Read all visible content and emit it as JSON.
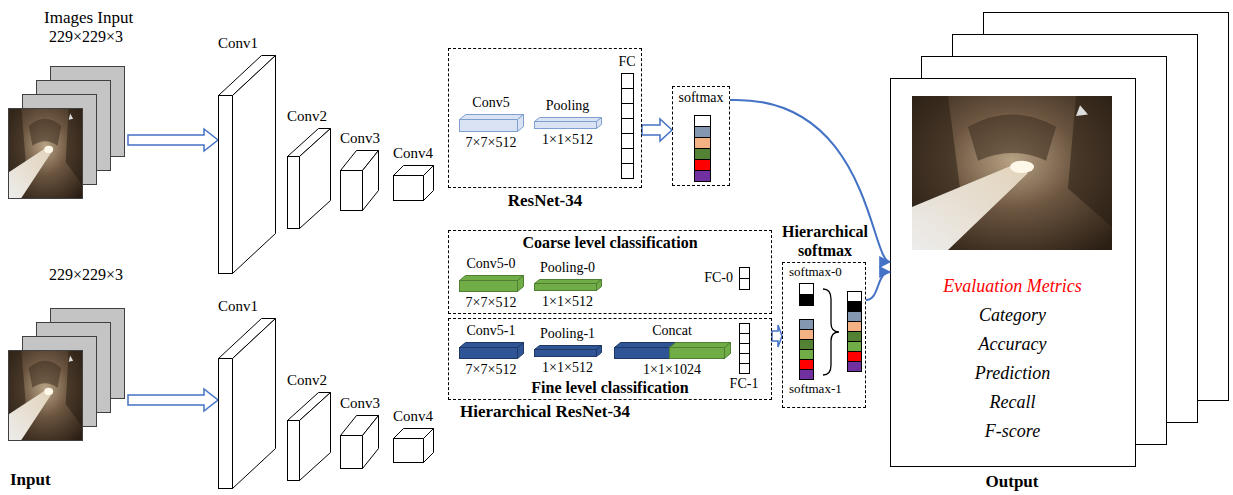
{
  "diagram": {
    "nodes": [
      {
        "text": [
          "Images Input",
          "229×229×3"
        ]
      },
      {
        "text": [
          "Conv1"
        ]
      },
      {
        "text": [
          "Conv2"
        ]
      },
      {
        "text": [
          "Conv3"
        ]
      },
      {
        "text": [
          "Conv4"
        ]
      },
      {
        "text": [
          "ResNet-34"
        ]
      },
      {
        "text": [
          "Conv5",
          "7×7×512"
        ],
        "in": 5
      },
      {
        "text": [
          "Pooling",
          "1×1×512"
        ],
        "in": 5
      },
      {
        "text": [
          "FC"
        ],
        "in": 5
      },
      {
        "text": [
          "softmax"
        ]
      },
      {
        "text": [
          "229×229×3"
        ]
      },
      {
        "text": [
          "Conv1"
        ]
      },
      {
        "text": [
          "Conv2"
        ]
      },
      {
        "text": [
          "Conv3"
        ]
      },
      {
        "text": [
          "Conv4"
        ]
      },
      {
        "text": [
          "Coarse level classification"
        ]
      },
      {
        "text": [
          "Conv5-0",
          "7×7×512"
        ],
        "in": 15
      },
      {
        "text": [
          "Pooling-0",
          "1×1×512"
        ],
        "in": 15
      },
      {
        "text": [
          "FC-0"
        ],
        "in": 15
      },
      {
        "text": [
          "Fine level classification"
        ]
      },
      {
        "text": [
          "Conv5-1",
          "7×7×512"
        ],
        "in": 19
      },
      {
        "text": [
          "Pooling-1",
          "1×1×512"
        ],
        "in": 19
      },
      {
        "text": [
          "Concat",
          "1×1×1024"
        ],
        "in": 19
      },
      {
        "text": [
          "FC-1"
        ],
        "in": 19
      },
      {
        "text": [
          "Hierarchical softmax"
        ]
      },
      {
        "text": [
          "softmax-0"
        ],
        "in": 24
      },
      {
        "text": [
          "softmax-1"
        ],
        "in": 24
      },
      {
        "text": [
          "Evaluation Metrics",
          "Category",
          "Accuracy",
          "Prediction",
          "Recall",
          "F-score"
        ]
      }
    ],
    "edges": [
      {
        "from": 0,
        "to": 1,
        "arrow": "to"
      },
      {
        "from": 5,
        "to": 9,
        "arrow": "to"
      },
      {
        "from": 9,
        "to": 27,
        "arrow": "to"
      },
      {
        "from": 10,
        "to": 11,
        "arrow": "to"
      },
      {
        "from": 19,
        "to": 24,
        "arrow": "to"
      },
      {
        "from": 24,
        "to": 27,
        "arrow": "to"
      }
    ],
    "labels": [
      "Hierarchical ResNet-34",
      "Input",
      "Output"
    ]
  }
}
